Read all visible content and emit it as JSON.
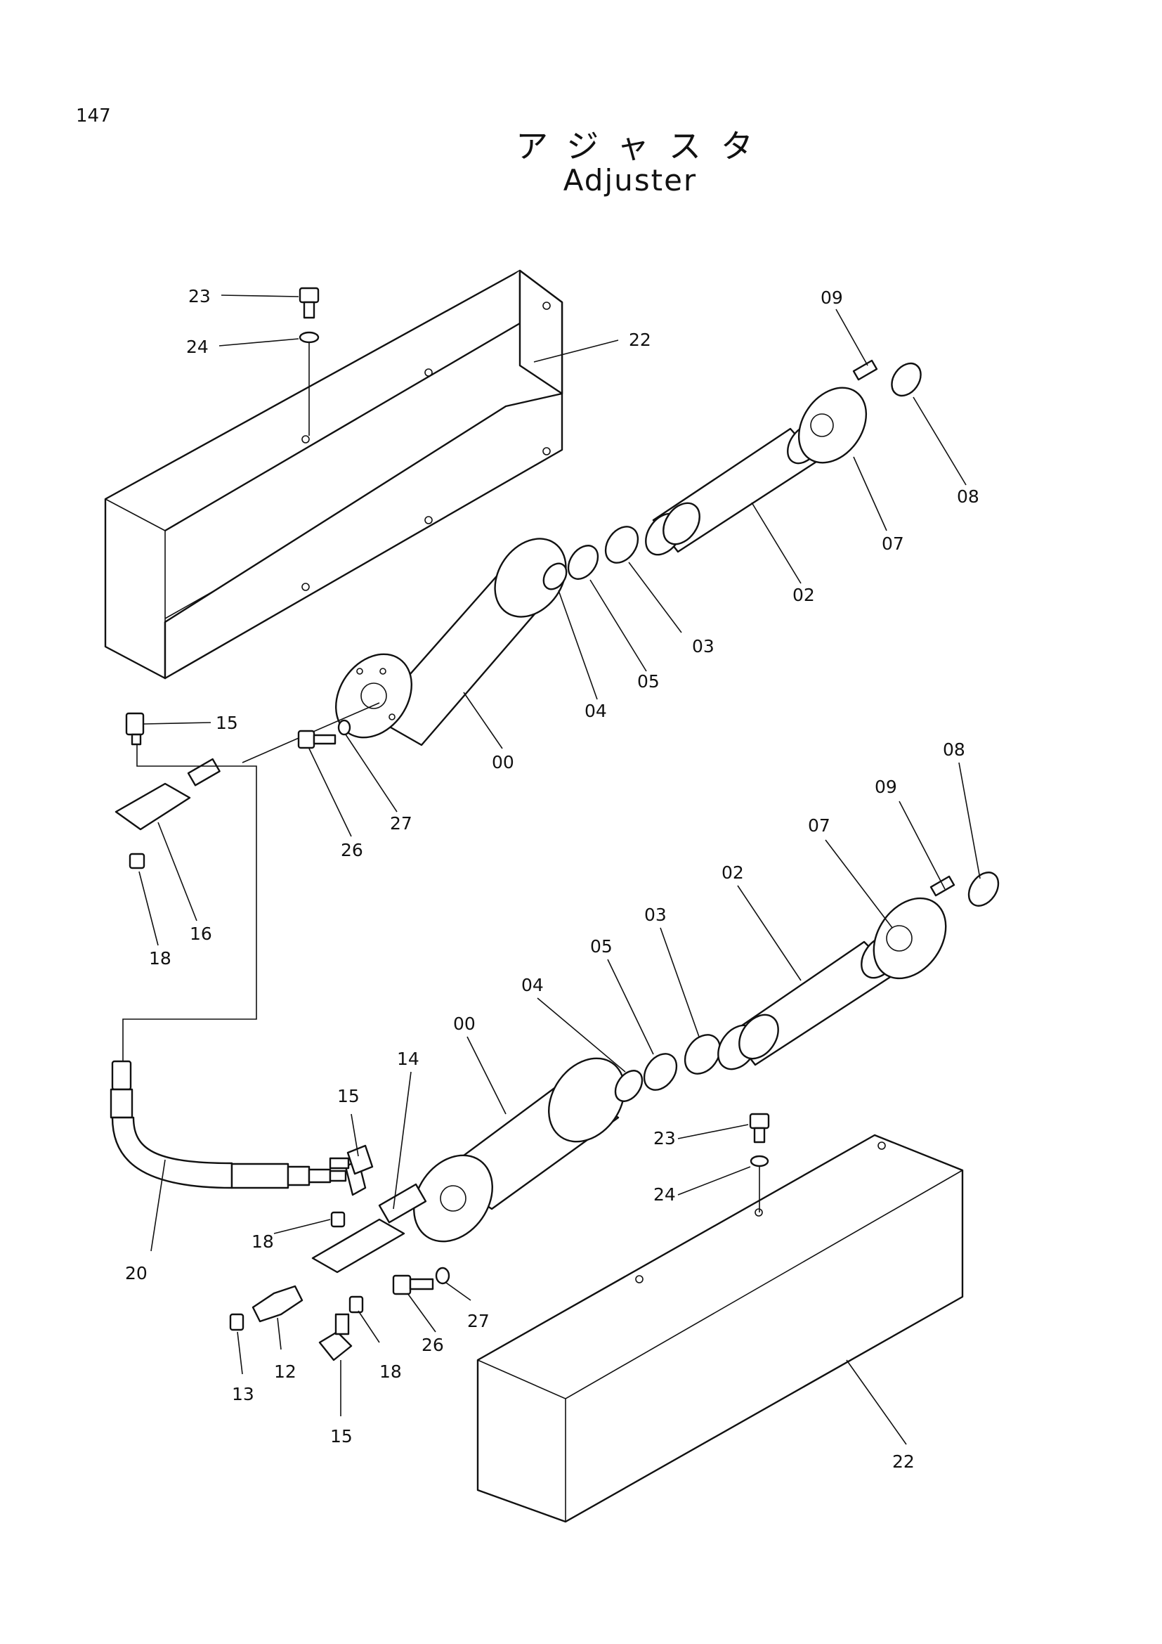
{
  "page": {
    "number": "147"
  },
  "title": {
    "jp": "アジャスタ",
    "en": "Adjuster"
  },
  "callouts": [
    "23",
    "24",
    "22",
    "09",
    "08",
    "07",
    "02",
    "03",
    "05",
    "04",
    "00",
    "15",
    "27",
    "26",
    "16",
    "18",
    "08",
    "09",
    "07",
    "02",
    "03",
    "05",
    "04",
    "00",
    "14",
    "15",
    "18",
    "20",
    "23",
    "24",
    "27",
    "26",
    "12",
    "13",
    "18",
    "15",
    "22"
  ]
}
